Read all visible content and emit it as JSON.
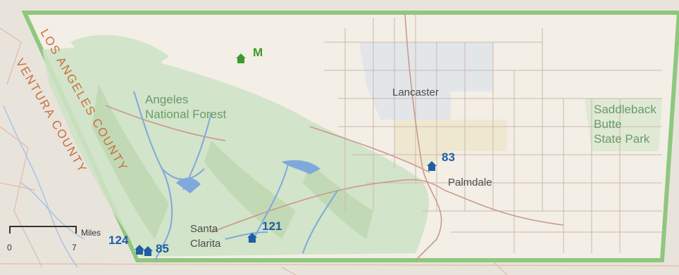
{
  "county_labels": {
    "los_angeles": "LOS ANGELES COUNTY",
    "ventura": "VENTURA COUNTY"
  },
  "places": {
    "lancaster": "Lancaster",
    "palmdale": "Palmdale",
    "santa_clarita_line1": "Santa",
    "santa_clarita_line2": "Clarita"
  },
  "parks": {
    "angeles_line1": "Angeles",
    "angeles_line2": "National Forest",
    "saddleback_line1": "Saddleback",
    "saddleback_line2": "Butte",
    "saddleback_line3": "State Park"
  },
  "markers": [
    {
      "label": "M",
      "color": "#3c9a2c",
      "icon": "house-icon"
    },
    {
      "label": "83",
      "color": "#1f5ea3",
      "icon": "house-icon"
    },
    {
      "label": "121",
      "color": "#1f5ea3",
      "icon": "house-icon"
    },
    {
      "label": "124",
      "color": "#1f5ea3",
      "icon": "house-icon"
    },
    {
      "label": "85",
      "color": "#1f5ea3",
      "icon": "house-icon"
    }
  ],
  "scale_bar": {
    "unit": "Miles",
    "min": "0",
    "max": "7"
  },
  "colors": {
    "boundary": "#7cc06a",
    "forest": "#cfe3c6",
    "water": "#7fa9dc",
    "county_text": "#c8703e",
    "marker_blue": "#1f5ea3",
    "marker_green": "#3c9a2c"
  }
}
